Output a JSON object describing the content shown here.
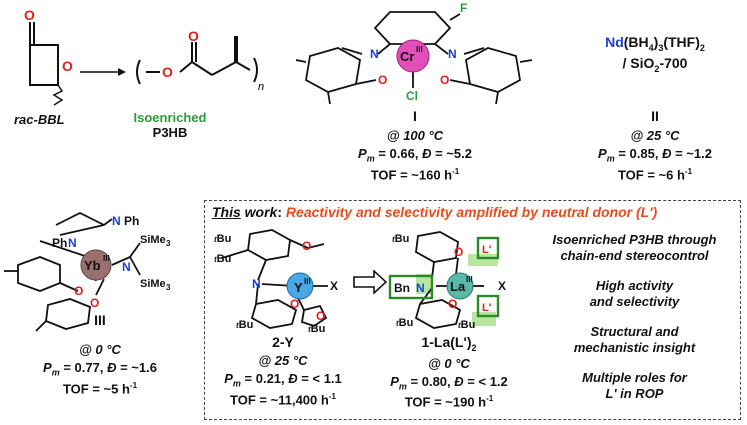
{
  "monomer_label": "rac-BBL",
  "polymer": {
    "label1": "Isoenriched",
    "label2": "P3HB",
    "color": "#2e9c3a"
  },
  "catalyst_I": {
    "number": "I",
    "metal": "Cr",
    "ox": "III",
    "sub_F": "F",
    "sub_Cl": "Cl",
    "N": "N",
    "O": "O",
    "cond": "@ 100 °C",
    "pm_val": "0.66",
    "d_val": "~5.2",
    "tof": "TOF = ~160 h",
    "metal_color": "#e050b8"
  },
  "catalyst_II": {
    "nd": "Nd",
    "formula": "(BH",
    "f4": "4",
    "f3": ")",
    "f3s": "3",
    "thf": "(THF)",
    "thf2": "2",
    "support": "/ SiO",
    "support2": "2",
    "support3": "-700",
    "number": "II",
    "cond": "@ 25 °C",
    "pm_val": "0.85",
    "d_val": "~1.2",
    "tof": "TOF = ~6 h",
    "nd_color": "#1a3fd6"
  },
  "catalyst_III": {
    "number": "III",
    "metal": "Yb",
    "ox": "III",
    "ph1": "Ph",
    "ph2": "Ph",
    "N": "N",
    "sime3_1": "SiMe",
    "sime3_2": "SiMe",
    "cond": "@ 0 °C",
    "pm_val": "0.77",
    "d_val": "~1.6",
    "tof": "TOF = ~5 h",
    "metal_color": "#9a7070"
  },
  "this_work": {
    "title_a": "This",
    "title_b": " work",
    "title_c": ": ",
    "title_d": "Reactivity and selectivity amplified by neutral donor (L')",
    "title_color": "#e84c1c"
  },
  "cat_2Y": {
    "number": "2-Y",
    "metal": "Y",
    "ox": "III",
    "x": "X",
    "tbu": "Bu",
    "cond": "@ 25 °C",
    "pm_val": "0.21",
    "d_val": "< 1.1",
    "tof": "TOF = ~11,400 h",
    "metal_color": "#4aa8e6"
  },
  "cat_1La": {
    "number": "1-La(L')",
    "sub": "2",
    "metal": "La",
    "ox": "III",
    "x": "X",
    "bn": "Bn",
    "lp": "L'",
    "tbu": "Bu",
    "cond": "@ 0 °C",
    "pm_val": "0.80",
    "d_val": "< 1.2",
    "tof": "TOF = ~190 h",
    "metal_color": "#5bb8a8",
    "box_color": "#2a8a2a",
    "hl_color": "#b8e6a0"
  },
  "bullets": [
    [
      "Isoenriched P3HB through",
      "chain-end stereocontrol"
    ],
    [
      "High activity",
      "and selectivity"
    ],
    [
      "Structural and",
      "mechanistic insight"
    ],
    [
      "Multiple roles for",
      "L' in ROP"
    ]
  ],
  "common": {
    "pm": "P",
    "pm_sub": "m",
    "eq": " = ",
    "d": "Đ",
    "tof_unit": "-1",
    "comma": ", "
  }
}
